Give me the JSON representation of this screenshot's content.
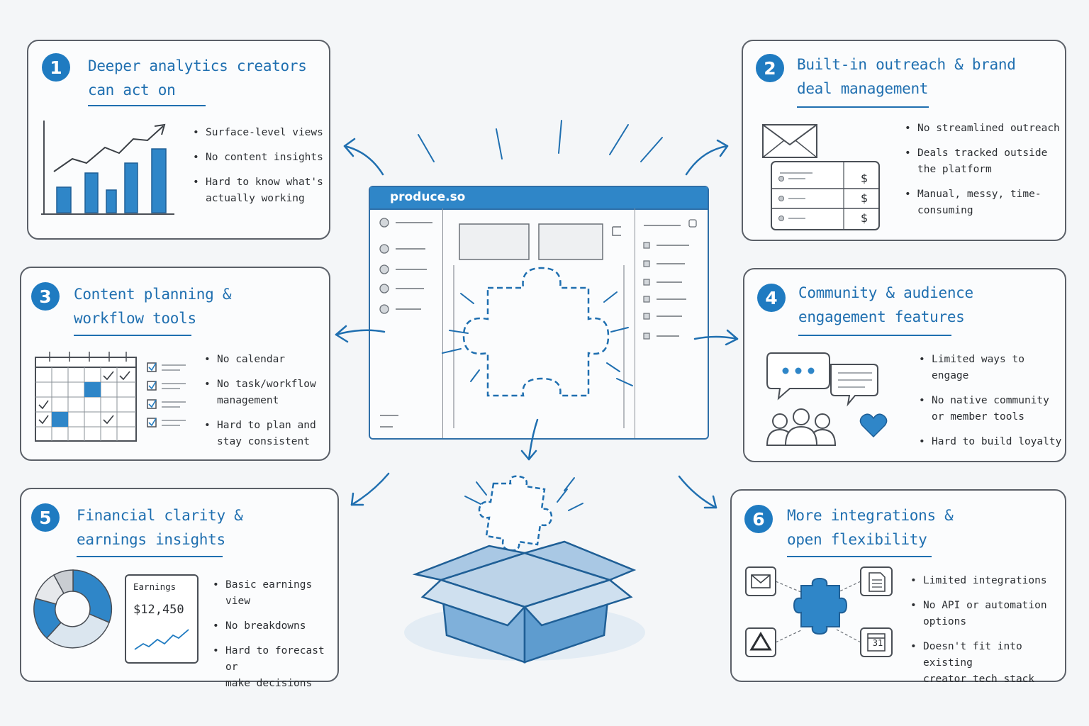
{
  "app": {
    "name": "produce.so"
  },
  "colors": {
    "accent": "#1f7bc1",
    "border": "#5b6068",
    "background": "#f4f6f8"
  },
  "cards": [
    {
      "num": "1",
      "title_l1": "Deeper analytics creators",
      "title_l2": "can act on",
      "bullets": [
        "Surface-level views",
        "No content insights",
        "Hard to know what's\nactually working"
      ]
    },
    {
      "num": "2",
      "title_l1": "Built-in outreach & brand",
      "title_l2": "deal management",
      "bullets": [
        "No streamlined outreach",
        "Deals tracked outside\nthe platform",
        "Manual, messy, time-\nconsuming"
      ],
      "ledger_symbol": "$"
    },
    {
      "num": "3",
      "title_l1": "Content planning &",
      "title_l2": "workflow tools",
      "bullets": [
        "No calendar",
        "No task/workflow\nmanagement",
        "Hard to plan and\nstay consistent"
      ]
    },
    {
      "num": "4",
      "title_l1": "Community & audience",
      "title_l2": "engagement features",
      "bullets": [
        "Limited ways to engage",
        "No native community\nor member tools",
        "Hard to build loyalty"
      ]
    },
    {
      "num": "5",
      "title_l1": "Financial clarity &",
      "title_l2": "earnings insights",
      "bullets": [
        "Basic earnings view",
        "No breakdowns",
        "Hard to forecast or\nmake decisions"
      ],
      "earnings_label": "Earnings",
      "earnings_value": "$12,450"
    },
    {
      "num": "6",
      "title_l1": "More integrations &",
      "title_l2": "open flexibility",
      "bullets": [
        "Limited integrations",
        "No API or automation\noptions",
        "Doesn't fit into existing\ncreator tech stack"
      ],
      "calendar_day": "31"
    }
  ],
  "icons": [
    "bar-chart-icon",
    "envelope-icon",
    "ledger-icon",
    "calendar-icon",
    "checklist-icon",
    "chat-bubbles-icon",
    "people-icon",
    "heart-icon",
    "donut-chart-icon",
    "trend-line-icon",
    "puzzle-piece-icon",
    "document-icon",
    "drive-icon",
    "open-box-icon"
  ]
}
